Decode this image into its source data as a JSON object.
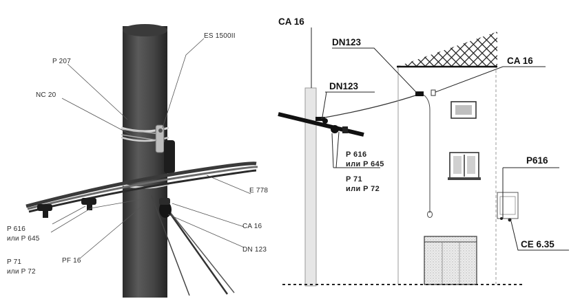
{
  "left_panel": {
    "labels": {
      "es1500": "ES 1500II",
      "p207": "P 207",
      "nc20": "NC 20",
      "e778": "E 778",
      "p616_line1": "P 616",
      "p616_line2": "или P 645",
      "p71_line1": "P 71",
      "p71_line2": "или P 72",
      "pf16": "PF 16",
      "ca16": "CA 16",
      "dn123": "DN 123"
    }
  },
  "right_panel": {
    "labels": {
      "ca16_top": "CA 16",
      "dn123_upper": "DN123",
      "dn123_lower": "DN123",
      "ca16_right": "CA 16",
      "p616_line1": "P 616",
      "p616_line2": "или P 645",
      "p71_line1": "P 71",
      "p71_line2": "или P 72",
      "p616_house": "P616",
      "ce635": "CE 6.35"
    }
  },
  "colors": {
    "pole_dark": "#3f3f3f",
    "pole_light": "#e6e6e6",
    "wall_line": "#9a9a9a",
    "label": "#111111",
    "leader": "#555555"
  }
}
